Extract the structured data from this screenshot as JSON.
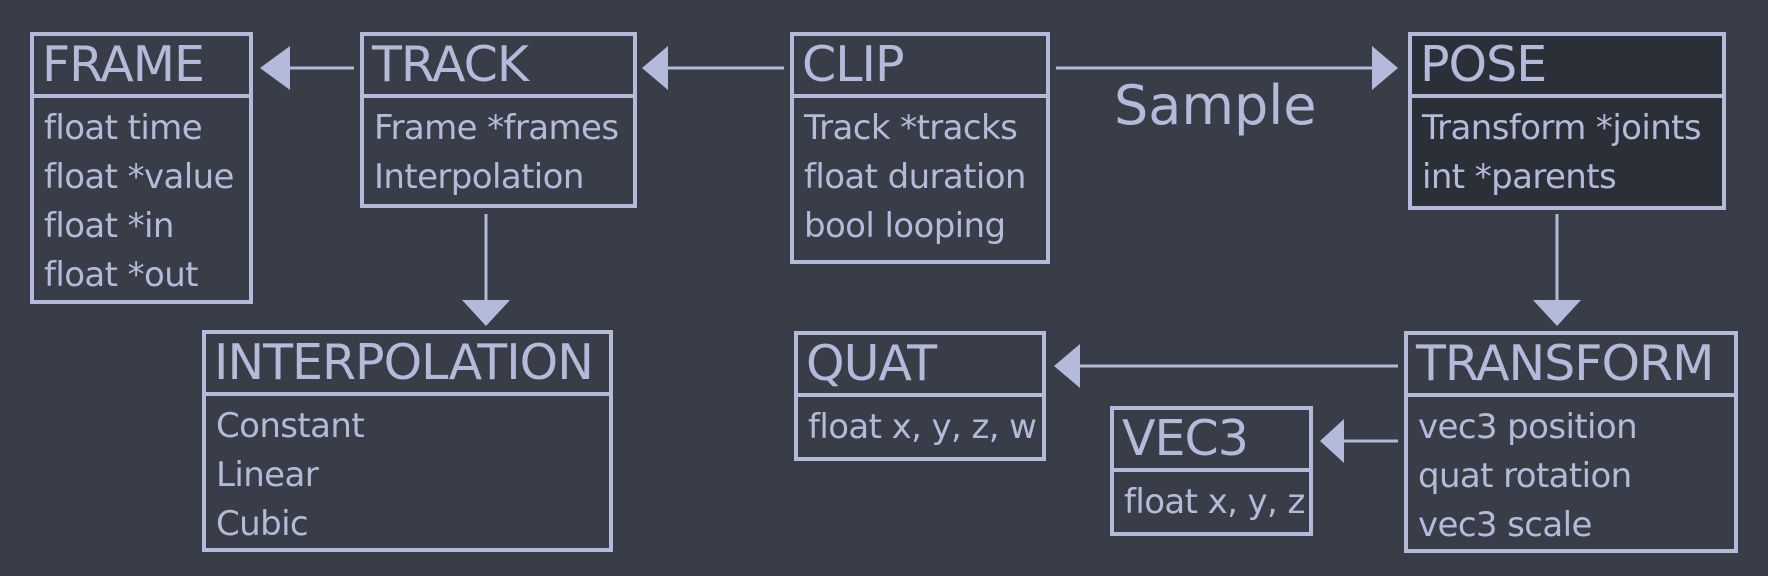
{
  "colors": {
    "background": "#383d47",
    "line": "#b4bad9",
    "highlight_box": "#2b2f37"
  },
  "boxes": {
    "frame": {
      "title": "FRAME",
      "fields": [
        "float time",
        "float *value",
        "float *in",
        "float *out"
      ]
    },
    "track": {
      "title": "TRACK",
      "fields": [
        "Frame *frames",
        "Interpolation"
      ]
    },
    "clip": {
      "title": "CLIP",
      "fields": [
        "Track *tracks",
        "float duration",
        "bool looping"
      ]
    },
    "pose": {
      "title": "POSE",
      "fields": [
        "Transform *joints",
        "int *parents"
      ]
    },
    "interpolation": {
      "title": "INTERPOLATION",
      "fields": [
        "Constant",
        "Linear",
        "Cubic"
      ]
    },
    "quat": {
      "title": "QUAT",
      "fields": [
        "float x, y, z, w"
      ]
    },
    "vec3": {
      "title": "VEC3",
      "fields": [
        "float x, y, z"
      ]
    },
    "transform": {
      "title": "TRANSFORM",
      "fields": [
        "vec3 position",
        "quat rotation",
        "vec3 scale"
      ]
    }
  },
  "edges": {
    "clip_to_pose": {
      "label": "Sample"
    }
  }
}
